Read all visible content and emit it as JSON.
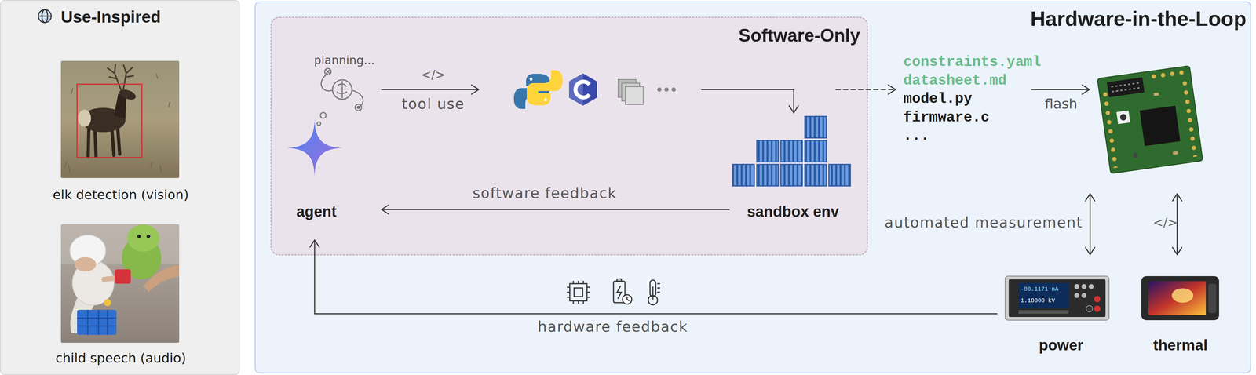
{
  "diagram": {
    "nodes": [
      {
        "text": [
          "Use-Inspired"
        ]
      },
      {
        "text": [
          "elk detection (vision)"
        ],
        "in": 0
      },
      {
        "text": [
          "child speech (audio)"
        ],
        "in": 0
      },
      {
        "text": [
          "Hardware-in-the-Loop"
        ]
      },
      {
        "text": [
          "Software-Only"
        ],
        "in": 3
      },
      {
        "text": [
          "agent"
        ],
        "in": 4
      },
      {
        "text": [
          "sandbox env"
        ],
        "in": 4
      },
      {
        "text": [
          "power"
        ],
        "in": 3
      },
      {
        "text": [
          "thermal"
        ],
        "in": 3
      }
    ],
    "edges": [
      {
        "from": 5,
        "to": 6,
        "label": "tool use",
        "arrow": "to"
      },
      {
        "from": 6,
        "to": 5,
        "label": "software feedback",
        "arrow": "to"
      },
      {
        "from": 7,
        "to": 5,
        "label": "hardware feedback",
        "arrow": "to"
      }
    ],
    "labels": [
      "planning...",
      "</>",
      "constraints.yaml",
      "datasheet.md",
      "model.py",
      "firmware.c",
      "...",
      "flash",
      "automated measurement",
      "</>",
      "-00.1171 nA",
      "1.10000 kV"
    ]
  }
}
